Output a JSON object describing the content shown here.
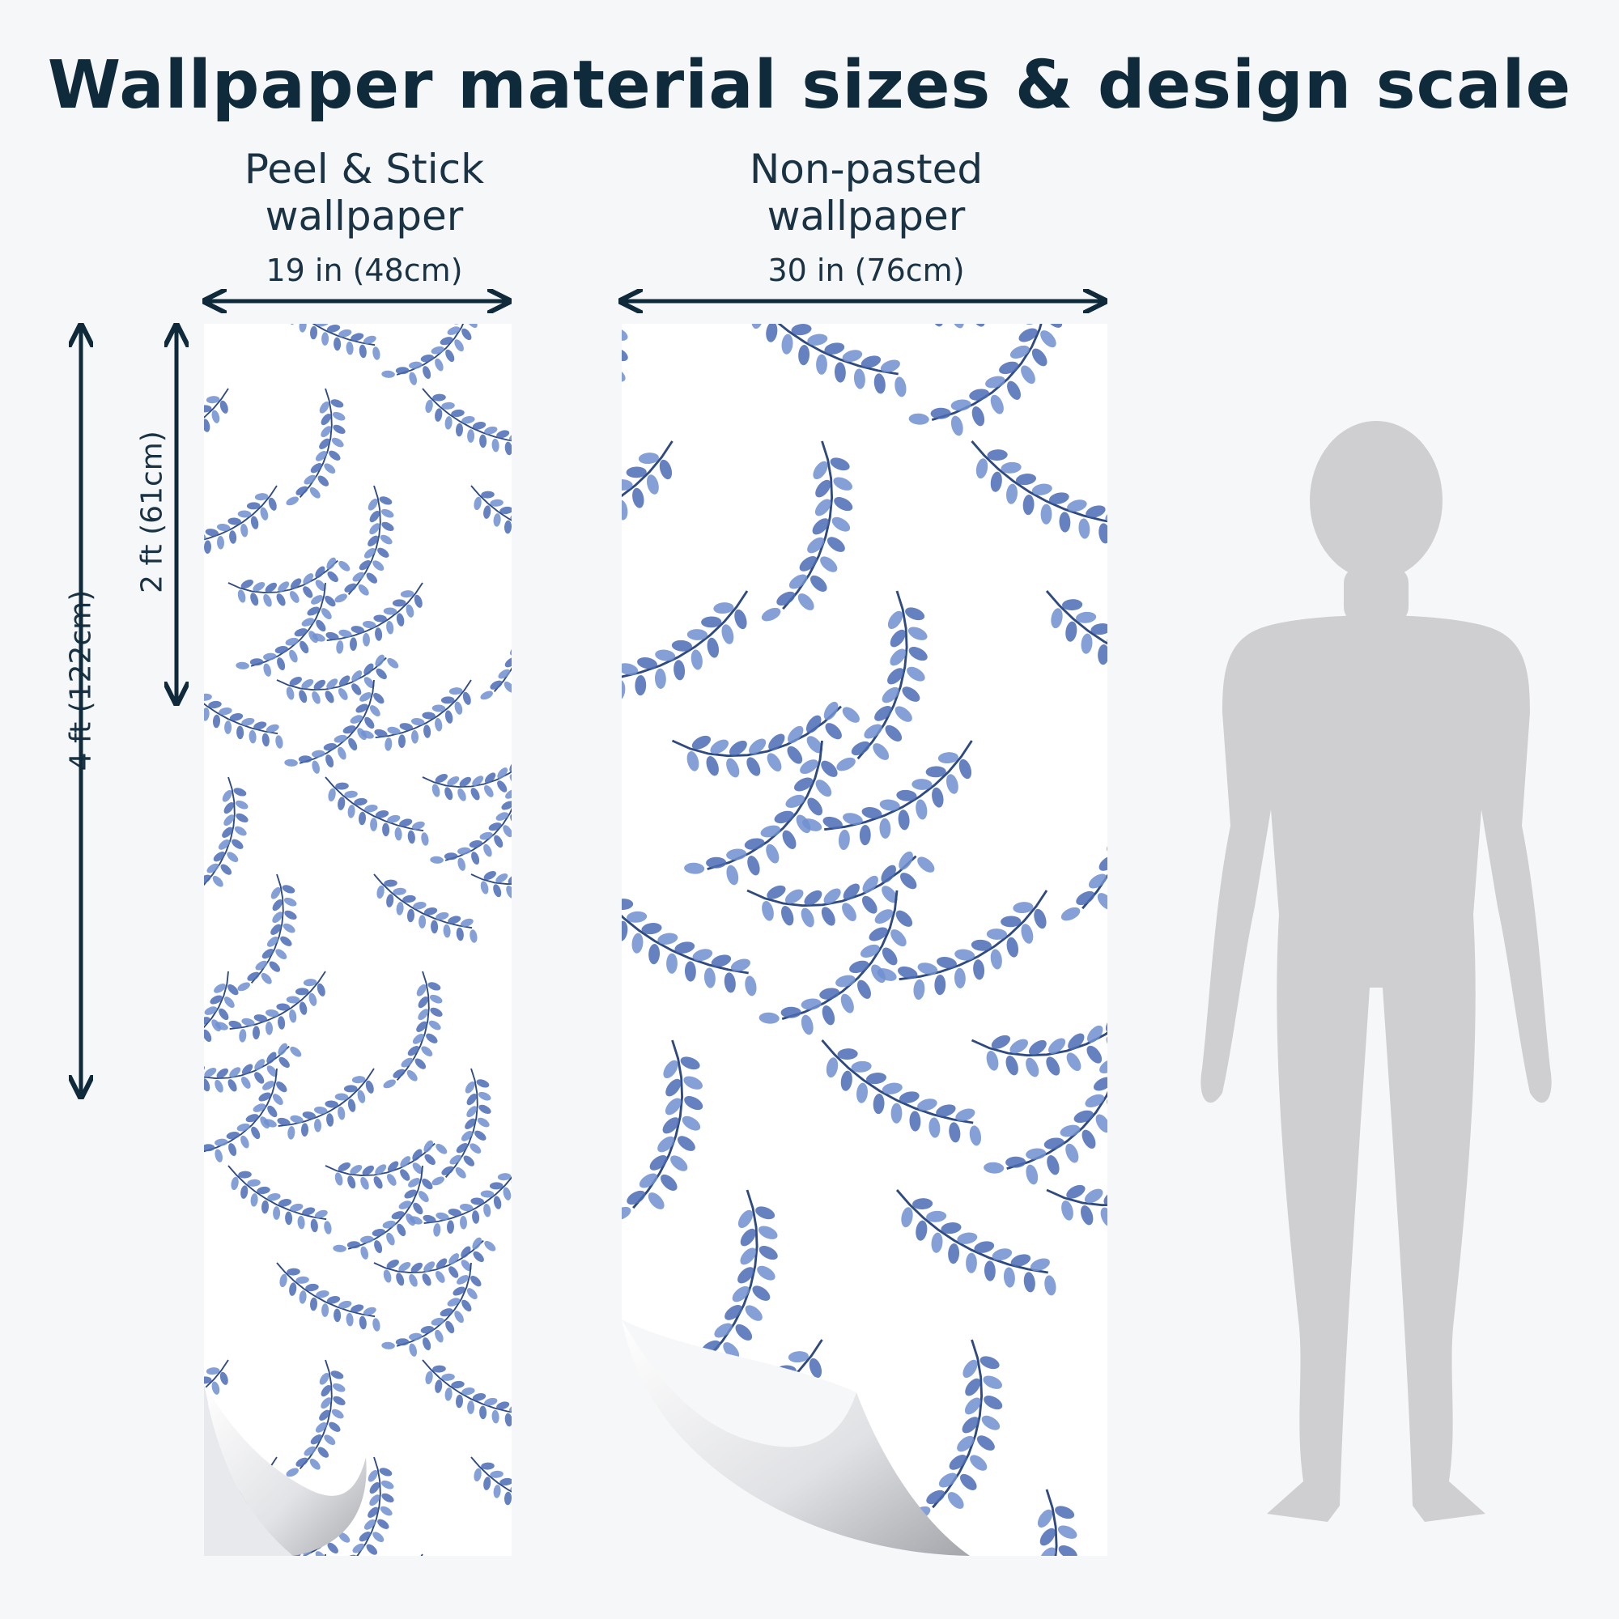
{
  "title": "Wallpaper material sizes & design scale",
  "panels": [
    {
      "name_line1": "Peel & Stick",
      "name_line2": "wallpaper",
      "width_label": "19 in (48cm)"
    },
    {
      "name_line1": "Non-pasted",
      "name_line2": "wallpaper",
      "width_label": "30 in (76cm)"
    }
  ],
  "heights": {
    "tall": "4 ft (122cm)",
    "short": "2 ft (61cm)"
  },
  "colors": {
    "background": "#f6f7f9",
    "text": "#0f2a3a",
    "leaf": "#6f8fd0",
    "leaf_dark": "#4a6bb5",
    "stem": "#2f4a80",
    "silhouette": "#cfcfd1"
  }
}
